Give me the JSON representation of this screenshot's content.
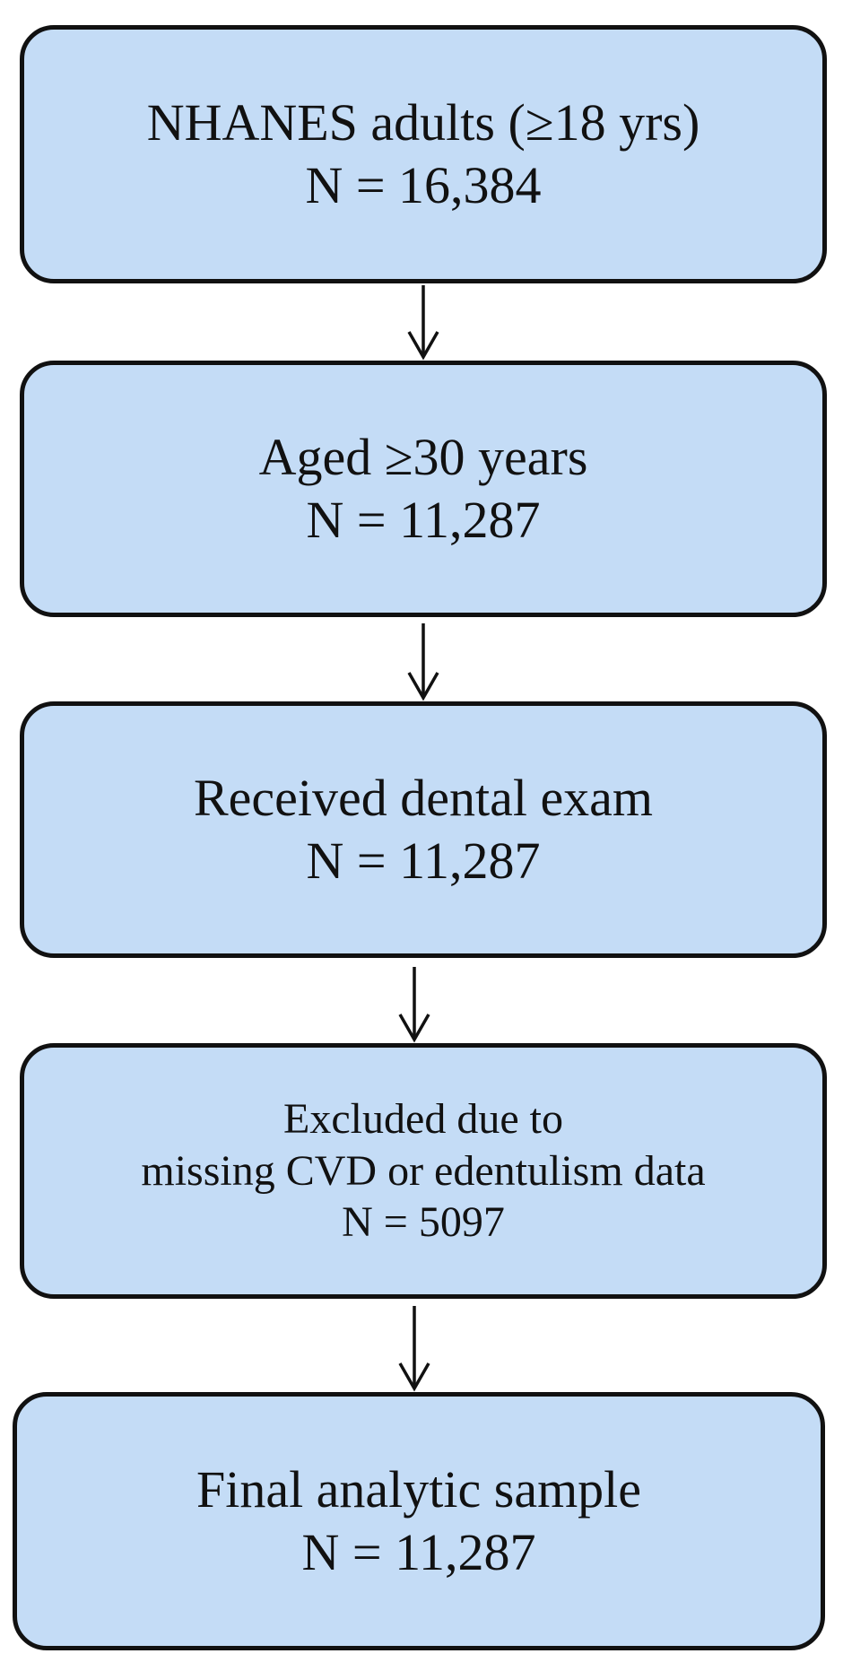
{
  "flowchart": {
    "boxes": [
      {
        "line1": "NHANES adults (≥18 yrs)",
        "line2": "N = 16,384"
      },
      {
        "line1": "Aged ≥30 years",
        "line2": "N = 11,287"
      },
      {
        "line1": "Received dental exam",
        "line2": "N = 11,287"
      },
      {
        "line1": "Excluded due to",
        "line2": "missing CVD or edentulism data",
        "line3": "N = 5097"
      },
      {
        "line1": "Final analytic sample",
        "line2": "N = 11,287"
      }
    ]
  },
  "colors": {
    "box_fill": "#c4dcf6",
    "box_border": "#111111",
    "arrow": "#111111"
  }
}
